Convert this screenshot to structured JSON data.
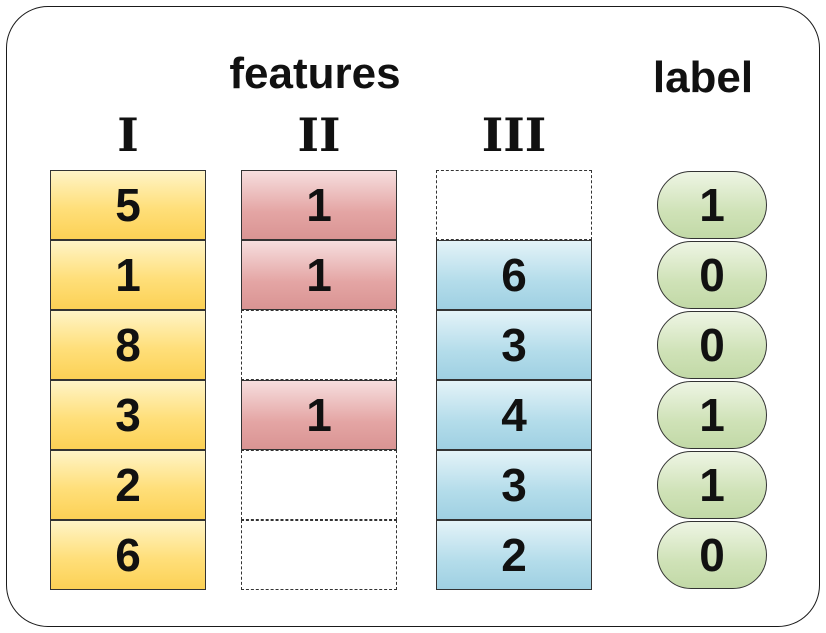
{
  "title": "features",
  "label_title": "label",
  "columns": [
    {
      "name": "I",
      "cells": [
        {
          "value": "5",
          "filled": true
        },
        {
          "value": "1",
          "filled": true
        },
        {
          "value": "8",
          "filled": true
        },
        {
          "value": "3",
          "filled": true
        },
        {
          "value": "2",
          "filled": true
        },
        {
          "value": "6",
          "filled": true
        }
      ]
    },
    {
      "name": "II",
      "cells": [
        {
          "value": "1",
          "filled": true
        },
        {
          "value": "1",
          "filled": true
        },
        {
          "value": "",
          "filled": false
        },
        {
          "value": "1",
          "filled": true
        },
        {
          "value": "",
          "filled": false
        },
        {
          "value": "",
          "filled": false
        }
      ]
    },
    {
      "name": "III",
      "cells": [
        {
          "value": "",
          "filled": false
        },
        {
          "value": "6",
          "filled": true
        },
        {
          "value": "3",
          "filled": true
        },
        {
          "value": "4",
          "filled": true
        },
        {
          "value": "3",
          "filled": true
        },
        {
          "value": "2",
          "filled": true
        }
      ]
    }
  ],
  "labels": [
    "1",
    "0",
    "0",
    "1",
    "1",
    "0"
  ],
  "colors": {
    "column_I": "#ffdf7a",
    "column_II": "#e4a5a4",
    "column_III": "#b3dcea",
    "label": "#cfe2b7"
  }
}
